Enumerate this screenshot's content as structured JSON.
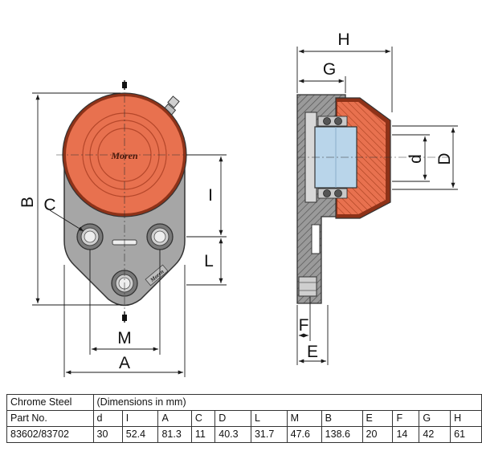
{
  "diagram": {
    "logo_text": "Moren",
    "dimension_labels": {
      "H": "H",
      "G": "G",
      "d": "d",
      "D": "D",
      "B": "B",
      "C": "C",
      "I": "I",
      "L": "L",
      "M": "M",
      "A": "A",
      "F": "F",
      "E": "E"
    },
    "colors": {
      "housing": "#a6a6a6",
      "housing_dark": "#5a5a5a",
      "insert_orange": "#e8714f",
      "insert_dark": "#8e3218",
      "bearing_blue": "#b9d5ea",
      "line": "#1a1a1a"
    }
  },
  "table": {
    "material_label": "Chrome Steel",
    "units_note": "(Dimensions in mm)",
    "part_no_label": "Part No.",
    "columns": [
      "d",
      "I",
      "A",
      "C",
      "D",
      "L",
      "M",
      "B",
      "E",
      "F",
      "G",
      "H"
    ],
    "part_number": "83602/83702",
    "values": [
      "30",
      "52.4",
      "81.3",
      "11",
      "40.3",
      "31.7",
      "47.6",
      "138.6",
      "20",
      "14",
      "42",
      "61"
    ]
  }
}
